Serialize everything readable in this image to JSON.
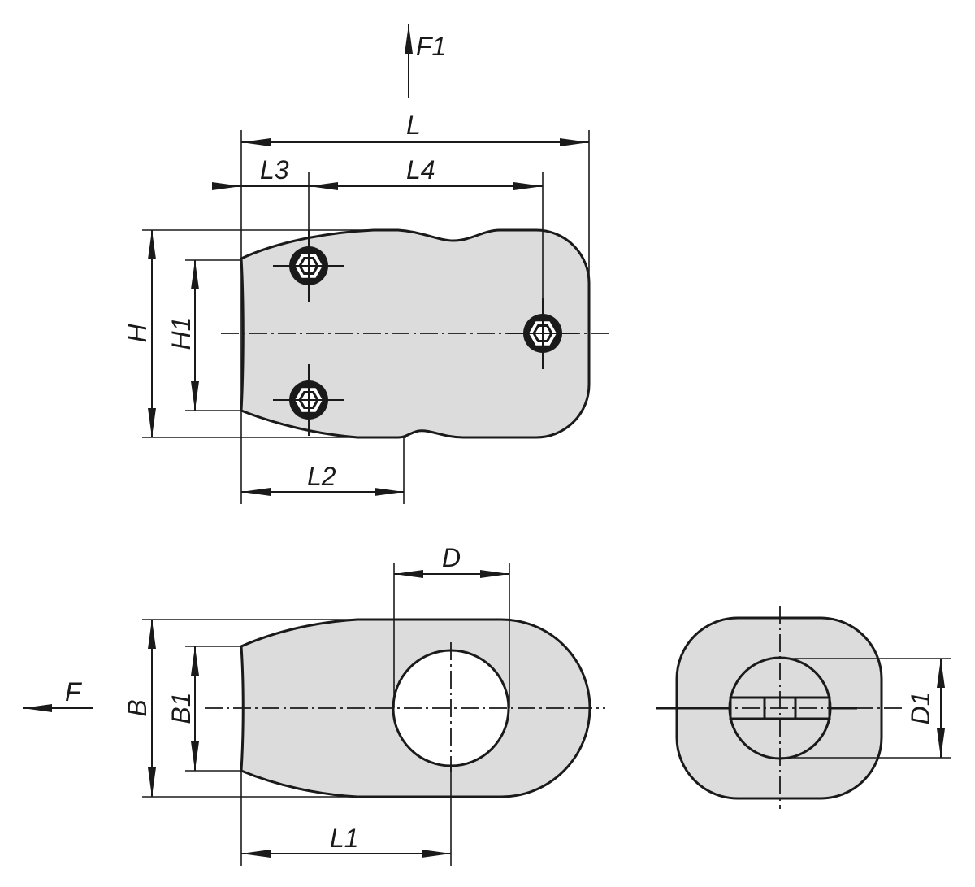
{
  "labels": {
    "F1": "F1",
    "L": "L",
    "L3": "L3",
    "L4": "L4",
    "H": "H",
    "H1": "H1",
    "L2": "L2",
    "D": "D",
    "F": "F",
    "B": "B",
    "B1": "B1",
    "L1": "L1",
    "D1": "D1"
  },
  "colors": {
    "fill": "#dcdcdc",
    "stroke": "#1a1a1a"
  }
}
